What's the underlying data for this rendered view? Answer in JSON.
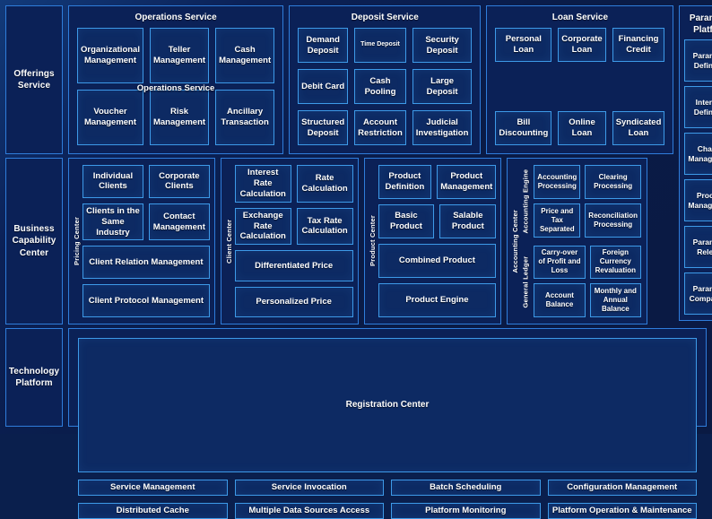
{
  "layers": {
    "offerings": {
      "label": "Offerings\nService"
    },
    "business": {
      "label": "Business\nCapability\nCenter"
    },
    "technology": {
      "label": "Technology\nPlatform"
    }
  },
  "offerings_row": {
    "operations": {
      "title": "Operations Service",
      "duplicate_title": "Operations Service",
      "items": [
        "Organizational Management",
        "Teller Management",
        "Cash Management",
        "Voucher Management",
        "Risk Management",
        "Ancillary Transaction"
      ]
    },
    "deposit": {
      "title": "Deposit Service",
      "items": [
        "Demand Deposit",
        "Time Deposit",
        "Security Deposit",
        "Debit Card",
        "Cash Pooling",
        "Large Deposit",
        "Structured Deposit",
        "Account Restriction",
        "Judicial Investigation"
      ],
      "small_item": "Time Deposit"
    },
    "loan": {
      "title": "Loan Service",
      "items": [
        "Personal Loan",
        "Corporate Loan",
        "Financing Credit",
        "Bill Discounting",
        "Online Loan",
        "Syndicated Loan"
      ]
    }
  },
  "parameter_platform": {
    "title": "Parameter Platform",
    "items": [
      "Parameter Definition",
      "Interface Definition",
      "Change Management",
      "Process Management",
      "Parameter Release",
      "Parameter Comparison"
    ]
  },
  "capability_row": {
    "pricing_center": {
      "side_label": "Pricing Center",
      "rows": [
        [
          "Individual Clients",
          "Corporate Clients"
        ],
        [
          "Clients in the Same Industry",
          "Contact Management"
        ],
        [
          "Client Relation Management"
        ],
        [
          "Client Protocol Management"
        ]
      ]
    },
    "client_center": {
      "side_label": "Client Center",
      "rows": [
        [
          "Interest Rate Calculation",
          "Rate Calculation"
        ],
        [
          "Exchange Rate Calculation",
          "Tax Rate Calculation"
        ],
        [
          "Differentiated Price"
        ],
        [
          "Personalized Price"
        ]
      ]
    },
    "product_center": {
      "side_label": "Product Center",
      "rows": [
        [
          "Product Definition",
          "Product Management"
        ],
        [
          "Basic Product",
          "Salable Product"
        ],
        [
          "Combined Product"
        ],
        [
          "Product Engine"
        ]
      ]
    },
    "accounting_center": {
      "side_label": "Accounting Center",
      "sections": [
        {
          "side_label": "Accounting Engine",
          "items": [
            "Accounting Processing",
            "Clearing Processing",
            "Price and Tax Separated",
            "Reconciliation Processing"
          ]
        },
        {
          "side_label": "General Ledger",
          "items": [
            "Carry-over of Profit and Loss",
            "Foreign Currency Revaluation",
            "Account Balance",
            "Monthly and Annual Balance"
          ]
        }
      ]
    }
  },
  "technology_row": {
    "registration_center": "Registration Center",
    "items": [
      "Service Management",
      "Service Invocation",
      "Batch Scheduling",
      "Configuration Management",
      "Distributed Cache",
      "Multiple Data Sources Access",
      "Platform Monitoring",
      "Platform Operation & Maintenance"
    ]
  },
  "colors": {
    "background": "#0a1f4d",
    "panel": "#0b2157",
    "box_fill": "#0d2a63",
    "border": "#3d9ae8",
    "panel_border": "#2f7ddb",
    "text": "#ffffff"
  }
}
